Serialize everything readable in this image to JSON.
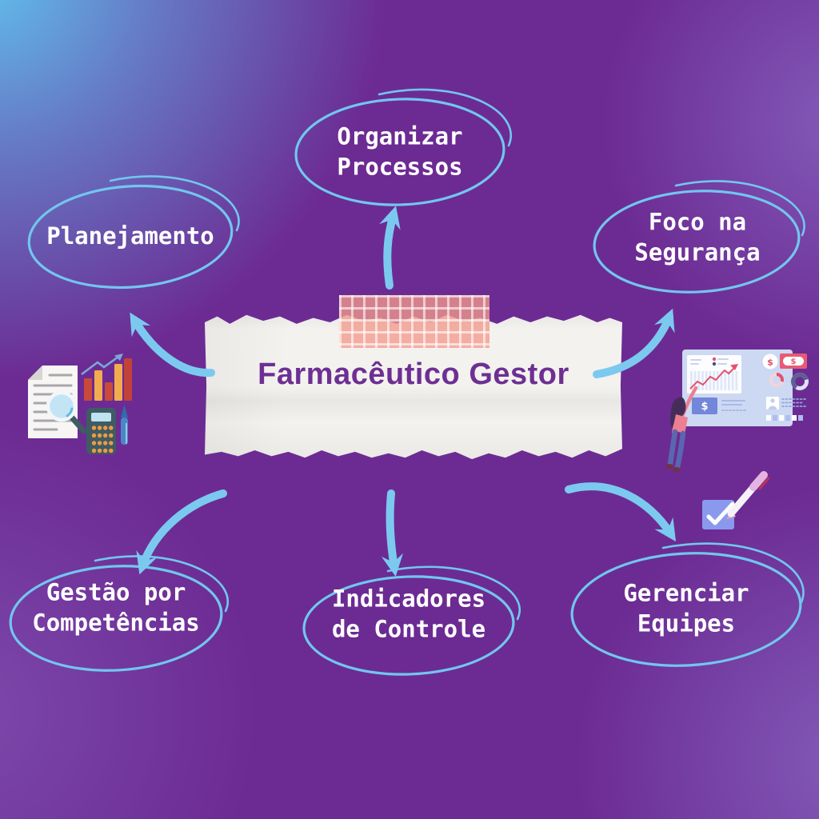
{
  "title": "Farmacêutico Gestor",
  "bubbles": [
    {
      "id": "organizar-processos",
      "label": "Organizar\nProcessos"
    },
    {
      "id": "planejamento",
      "label": "Planejamento"
    },
    {
      "id": "foco-na-seguranca",
      "label": "Foco na\nSegurança"
    },
    {
      "id": "gestao-por-competencias",
      "label": "Gestão por\nCompetências"
    },
    {
      "id": "indicadores-de-controle",
      "label": "Indicadores\nde Controle"
    },
    {
      "id": "gerenciar-equipes",
      "label": "Gerenciar\nEquipes"
    }
  ],
  "connections": [
    {
      "from": "farmaceutico-gestor",
      "to": "organizar-processos"
    },
    {
      "from": "farmaceutico-gestor",
      "to": "planejamento"
    },
    {
      "from": "farmaceutico-gestor",
      "to": "foco-na-seguranca"
    },
    {
      "from": "farmaceutico-gestor",
      "to": "gestao-por-competencias"
    },
    {
      "from": "farmaceutico-gestor",
      "to": "indicadores-de-controle"
    },
    {
      "from": "farmaceutico-gestor",
      "to": "gerenciar-equipes"
    }
  ],
  "symbols": {
    "dollar": "$"
  },
  "icons": {
    "left": "report-document-magnifier-barchart-calculator-pen",
    "right": "person-pointing-analytics-dashboard",
    "bottom_right": "checkbox-with-marker-pen"
  },
  "colors": {
    "background_purple": "#6c2b93",
    "corner_glow_blue": "#5ec0ee",
    "accent_sky_blue": "#7cc9f0",
    "title_purple": "#6e2f93",
    "paper_white": "#f3f2ef",
    "tape_pink": "#f2a294",
    "bubble_text_white": "#ffffff"
  }
}
